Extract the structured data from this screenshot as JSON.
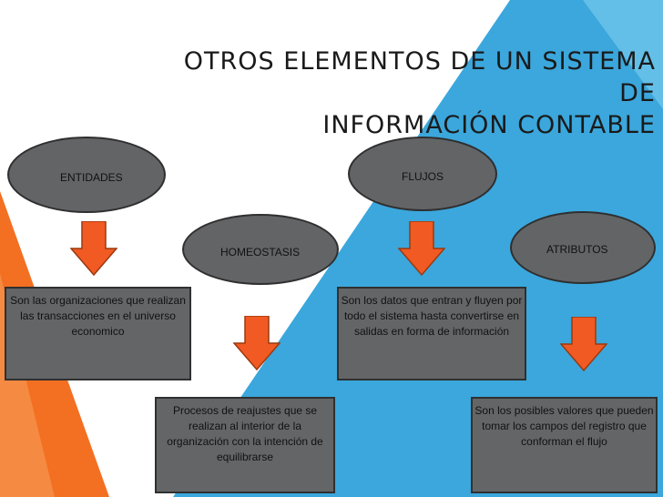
{
  "title": {
    "line1": "OTROS ELEMENTOS DE UN SISTEMA DE",
    "line2": "INFORMACIÓN CONTABLE"
  },
  "nodes": {
    "entidades": {
      "label": "ENTIDADES",
      "description": "Son las organizaciones que realizan las transacciones en el universo economico"
    },
    "homeostasis": {
      "label": "HOMEOSTASIS",
      "description": "Procesos de reajustes que se realizan al interior de la organización con la intención de equilibrarse"
    },
    "flujos": {
      "label": "FLUJOS",
      "description": "Son los datos que entran y fluyen por todo el sistema hasta convertirse en salidas en forma de información"
    },
    "atributos": {
      "label": "ATRIBUTOS",
      "description": "Son los posibles valores que pueden tomar los campos del registro que conforman el flujo"
    }
  },
  "colors": {
    "ellipse_fill": "#636466",
    "box_fill": "#646567",
    "arrow_fill": "#f15a22",
    "bg_blue": "#3ba7dc",
    "bg_orange": "#f36f21"
  }
}
